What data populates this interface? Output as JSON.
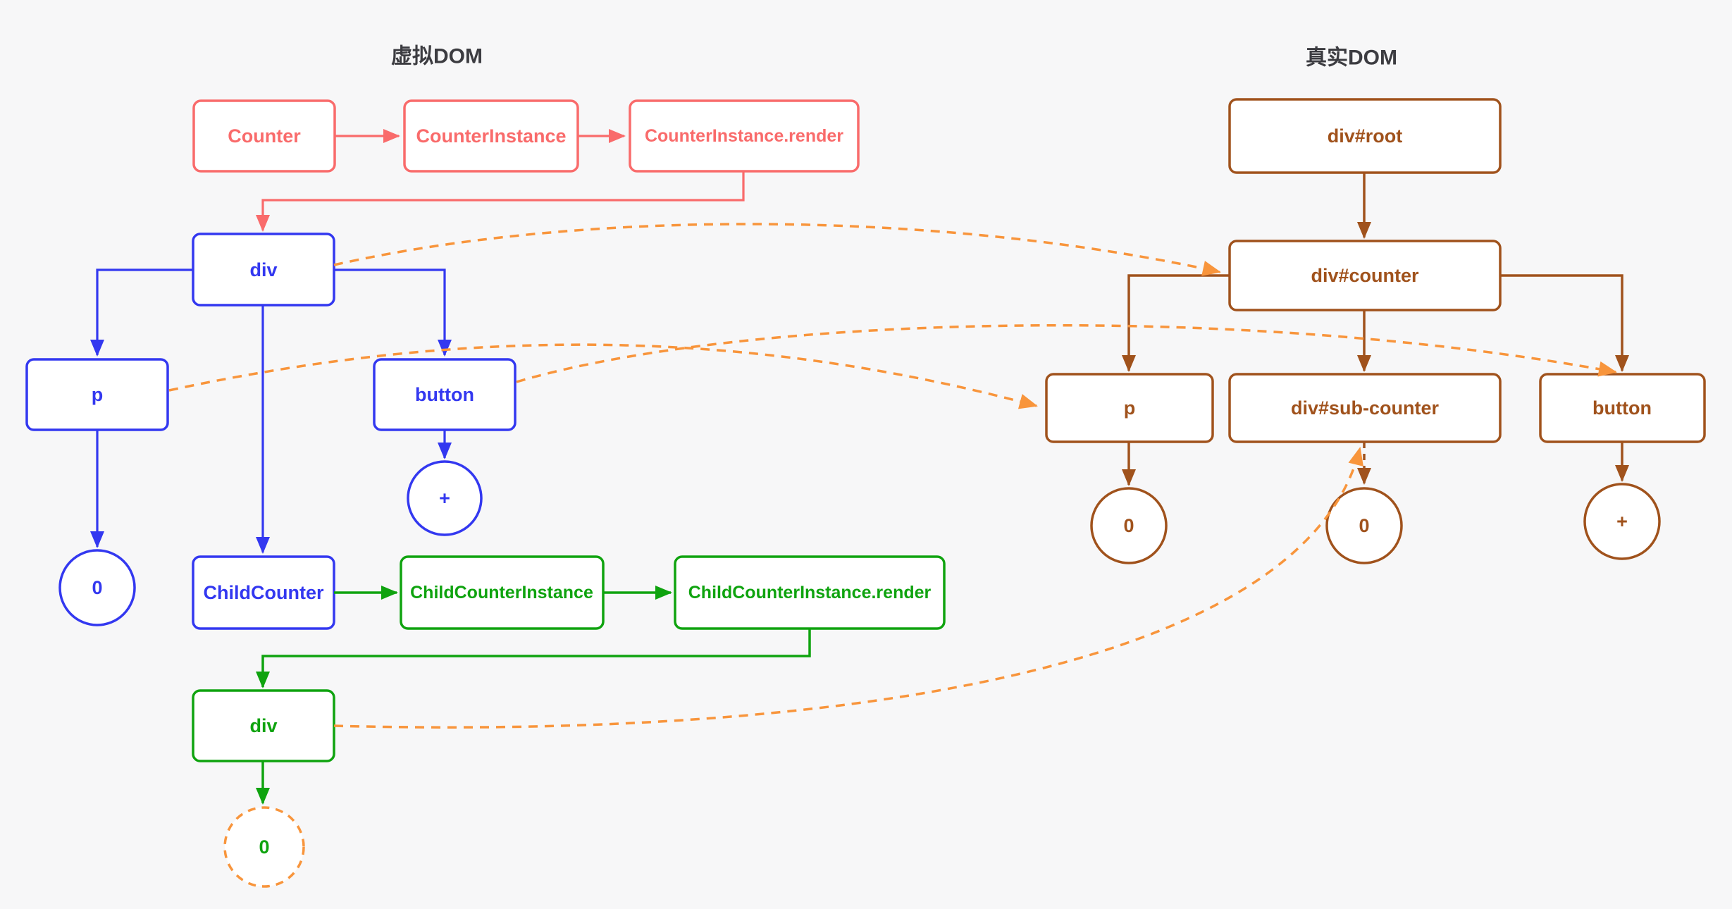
{
  "titles": {
    "virtual": "虚拟DOM",
    "real": "真实DOM"
  },
  "colors": {
    "red": "#f96b6b",
    "blue": "#3338f0",
    "green": "#0fa30f",
    "brown": "#a0521c",
    "orange": "#f8953c",
    "title": "#3c3c41",
    "background": "#f7f7f8",
    "box_fill": "#ffffff"
  },
  "virtual": {
    "counter": "Counter",
    "counter_instance": "CounterInstance",
    "counter_instance_render": "CounterInstance.render",
    "div": "div",
    "p": "p",
    "button": "button",
    "p_text": "0",
    "button_text": "+",
    "child_counter": "ChildCounter",
    "child_counter_instance": "ChildCounterInstance",
    "child_counter_instance_render": "ChildCounterInstance.render",
    "child_div": "div",
    "child_div_text": "0"
  },
  "real": {
    "root": "div#root",
    "counter": "div#counter",
    "p": "p",
    "sub_counter": "div#sub-counter",
    "button": "button",
    "p_text": "0",
    "sub_counter_text": "0",
    "button_text": "+"
  }
}
